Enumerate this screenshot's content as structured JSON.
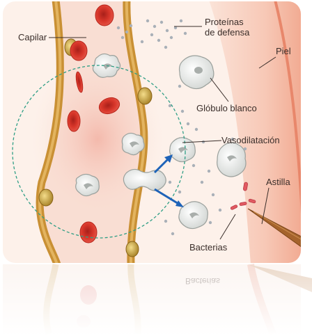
{
  "labels": {
    "capilar": "Capilar",
    "proteinas_line1": "Proteínas",
    "proteinas_line2": "de defensa",
    "piel": "Piel",
    "globulo_blanco": "Glóbulo blanco",
    "vasodilatacion": "Vasodilatación",
    "astilla": "Astilla",
    "bacterias": "Bacterias"
  },
  "reflection_text": "Bacterias",
  "colors": {
    "background": "#fdf1ea",
    "tissue": "#f9d9cc",
    "skin_band": "#f2a488",
    "capillary_wall": "#d49a3c",
    "red_cell": "#d8362a",
    "white_cell": "#eceeec",
    "zone_circle": "#2e9e85",
    "arrow": "#1e63b8",
    "splinter": "#a5632c"
  }
}
